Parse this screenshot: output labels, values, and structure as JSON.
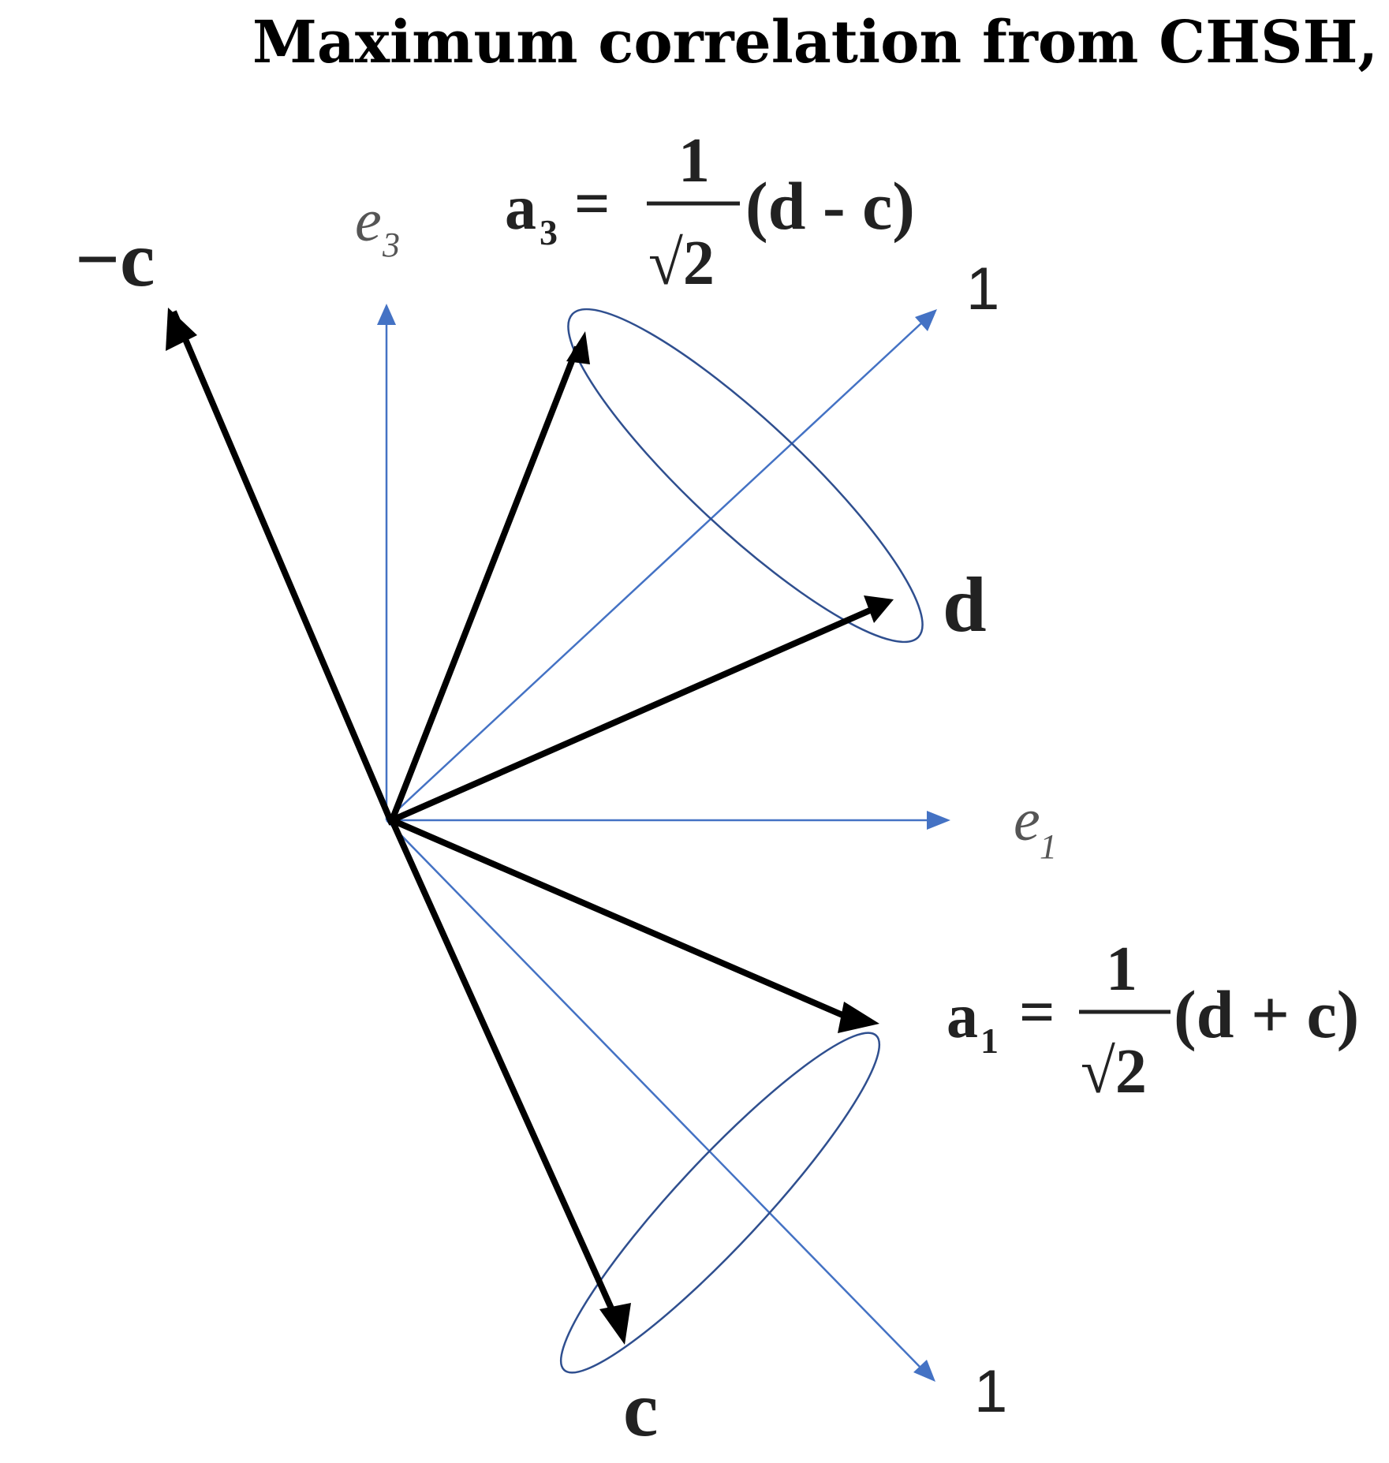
{
  "title": "Maximum correlation from CHSH,",
  "labels": {
    "neg_c": "−c",
    "c": "c",
    "d": "d",
    "e3": "e",
    "e3_sub": "3",
    "e1": "e",
    "e1_sub": "1",
    "axis1_top": "1",
    "axis1_bottom": "1"
  },
  "equations": {
    "a3": {
      "symbol": "a",
      "sub": "3",
      "equals": "=",
      "numerator": "1",
      "radical": "√2",
      "paren": "(d - c)"
    },
    "a1": {
      "symbol": "a",
      "sub": "1",
      "equals": "=",
      "numerator": "1",
      "radical": "√2",
      "paren": "(d + c)"
    }
  },
  "colors": {
    "axis_blue": "#4472C4",
    "ellipse_blue": "#2F4F8F",
    "vector_black": "#000000"
  }
}
